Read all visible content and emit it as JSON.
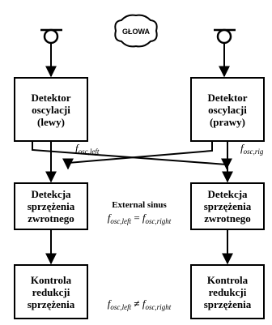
{
  "head": {
    "label": "GŁOWA"
  },
  "left_column": {
    "detector": [
      "Detektor",
      "oscylacji",
      "(lewy)"
    ],
    "frequency_symbol": "f",
    "frequency_subscript": "osc,left",
    "detection": [
      "Detekcja",
      "sprzężenia",
      "zwrotnego"
    ],
    "control": [
      "Kontrola",
      "redukcji",
      "sprzężenia"
    ]
  },
  "right_column": {
    "detector": [
      "Detektor",
      "oscylacji",
      "(prawy)"
    ],
    "frequency_symbol": "f",
    "frequency_subscript": "osc,rig",
    "detection": [
      "Detekcja",
      "sprzężenia",
      "zwrotnego"
    ],
    "control": [
      "Kontrola",
      "redukcji",
      "sprzężenia"
    ]
  },
  "center": {
    "external_title": "External sinus",
    "equal": {
      "f": "f",
      "left_sub": "osc,left",
      "op": "=",
      "right_sub": "osc,right"
    },
    "not_equal": {
      "f": "f",
      "left_sub": "osc,left",
      "op": "≠",
      "right_sub": "osc,right"
    }
  }
}
